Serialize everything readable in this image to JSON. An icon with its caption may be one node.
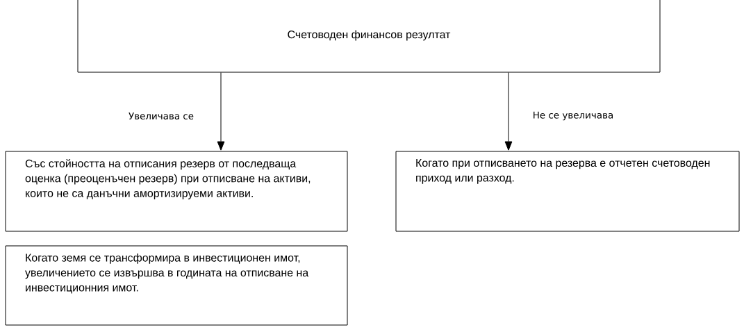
{
  "diagram": {
    "nodes": [
      {
        "text": [
          "Счетоводен финансов резултат"
        ]
      },
      {
        "text": [
          "Със стойността на отписания резерв от последваща оценка (преоценъчен резерв) при отписване на активи, които не са данъчни амортизируеми активи."
        ]
      },
      {
        "text": [
          "Когато при отписването на резерва е отчетен счетоводен приход или разход."
        ]
      },
      {
        "text": [
          "Когато земя се трансформира в инвестиционен имот, увеличението се извършва в годината на отписване на инвестиционния имот."
        ]
      }
    ],
    "edges": [
      {
        "from": 0,
        "to": 1,
        "arrow": "to",
        "label": "Увеличава се"
      },
      {
        "from": 0,
        "to": 2,
        "arrow": "to",
        "label": "Не се увеличава"
      }
    ]
  }
}
